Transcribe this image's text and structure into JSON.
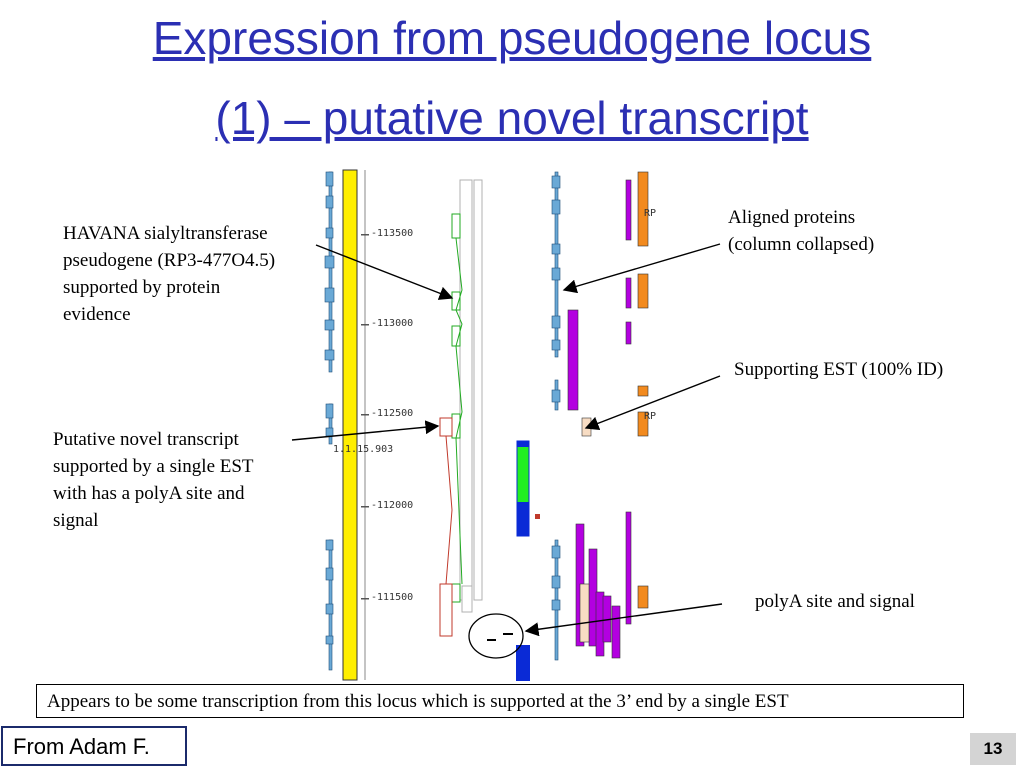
{
  "slide": {
    "title_line1": "Expression from pseudogene locus",
    "title_line2": "(1) – putative novel transcript",
    "page_number": "13",
    "source_label": "From Adam F."
  },
  "annotations": {
    "havana": [
      "HAVANA sialyltransferase",
      "pseudogene (RP3-477O4.5)",
      "supported by protein",
      "evidence"
    ],
    "aligned": [
      "Aligned proteins",
      "(column collapsed)"
    ],
    "est": [
      "Supporting EST (100% ID)"
    ],
    "putative": [
      "Putative novel transcript",
      "supported by a single EST",
      "with has a polyA site and",
      "signal"
    ],
    "polya": [
      "polyA site and signal"
    ]
  },
  "note": "Appears to be some transcription from this locus which is supported at the 3’ end by a single EST",
  "viewer": {
    "ticks": [
      "-113500",
      "-113000",
      "-112500",
      "-112000",
      "-111500"
    ],
    "clone_label": "1.1.15.903",
    "rp_labels": [
      "RP",
      "RP"
    ],
    "colors": {
      "yellow_track": "#ffee00",
      "blue_gene": "#6aa9d6",
      "magenta": "#b300e0",
      "orange": "#f28a1e",
      "green": "#22ee22",
      "blue_block": "#0a2ad6",
      "red_outline": "#c0392b",
      "est_peach": "#f7dcc3"
    }
  }
}
